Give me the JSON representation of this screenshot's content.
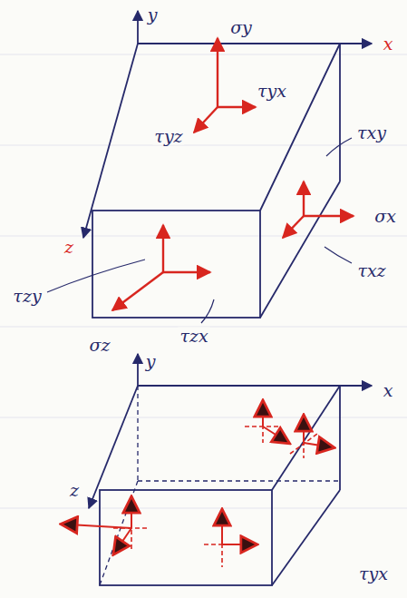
{
  "diagram": {
    "labels": [
      "y",
      "x",
      "z",
      "σy",
      "τyx",
      "τyz",
      "τxy",
      "σx",
      "τxz",
      "τzy",
      "σz",
      "τzx",
      "y",
      "x",
      "z",
      "τyx"
    ]
  }
}
